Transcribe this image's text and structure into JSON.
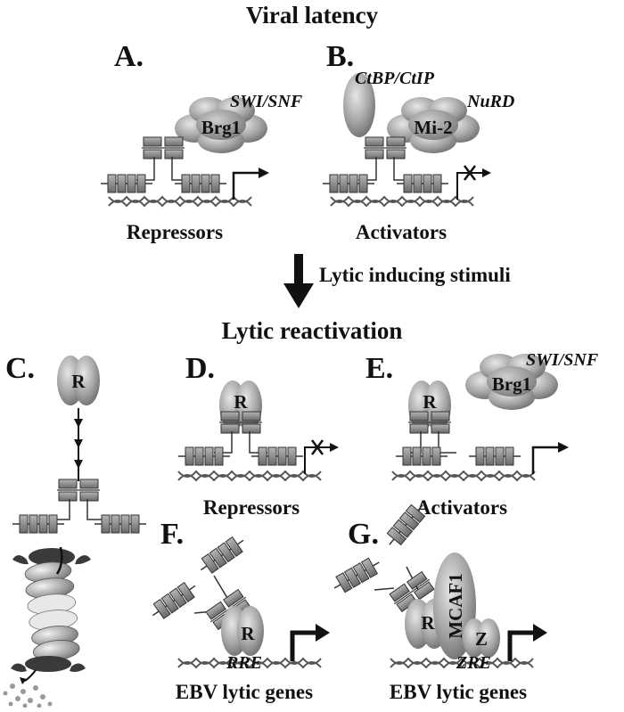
{
  "headings": {
    "latency": "Viral latency",
    "stimuli": "Lytic inducing stimuli",
    "reactivation": "Lytic reactivation"
  },
  "panels": {
    "a": "A.",
    "b": "B.",
    "c": "C.",
    "d": "D.",
    "e": "E.",
    "f": "F.",
    "g": "G."
  },
  "captions": {
    "a": "Repressors",
    "b": "Activators",
    "d": "Repressors",
    "e": "Activators",
    "f": "EBV lytic genes",
    "g": "EBV lytic genes"
  },
  "complexes": {
    "swisnf": "SWI/SNF",
    "ctbp": "CtBP/CtIP",
    "nurd": "NuRD"
  },
  "proteins": {
    "brg1": "Brg1",
    "mi2": "Mi-2",
    "r": "R",
    "mcaf1": "MCAF1",
    "z": "Z"
  },
  "sites": {
    "rre": "RRE",
    "zre": "ZRE"
  },
  "colors": {
    "blob": "#a8a8a8",
    "blob_dark": "#6e6e6e",
    "box": "#8a8a8a",
    "dna": "#555555",
    "proteasome_dark": "#444444",
    "proteasome_light": "#dcdcdc"
  }
}
